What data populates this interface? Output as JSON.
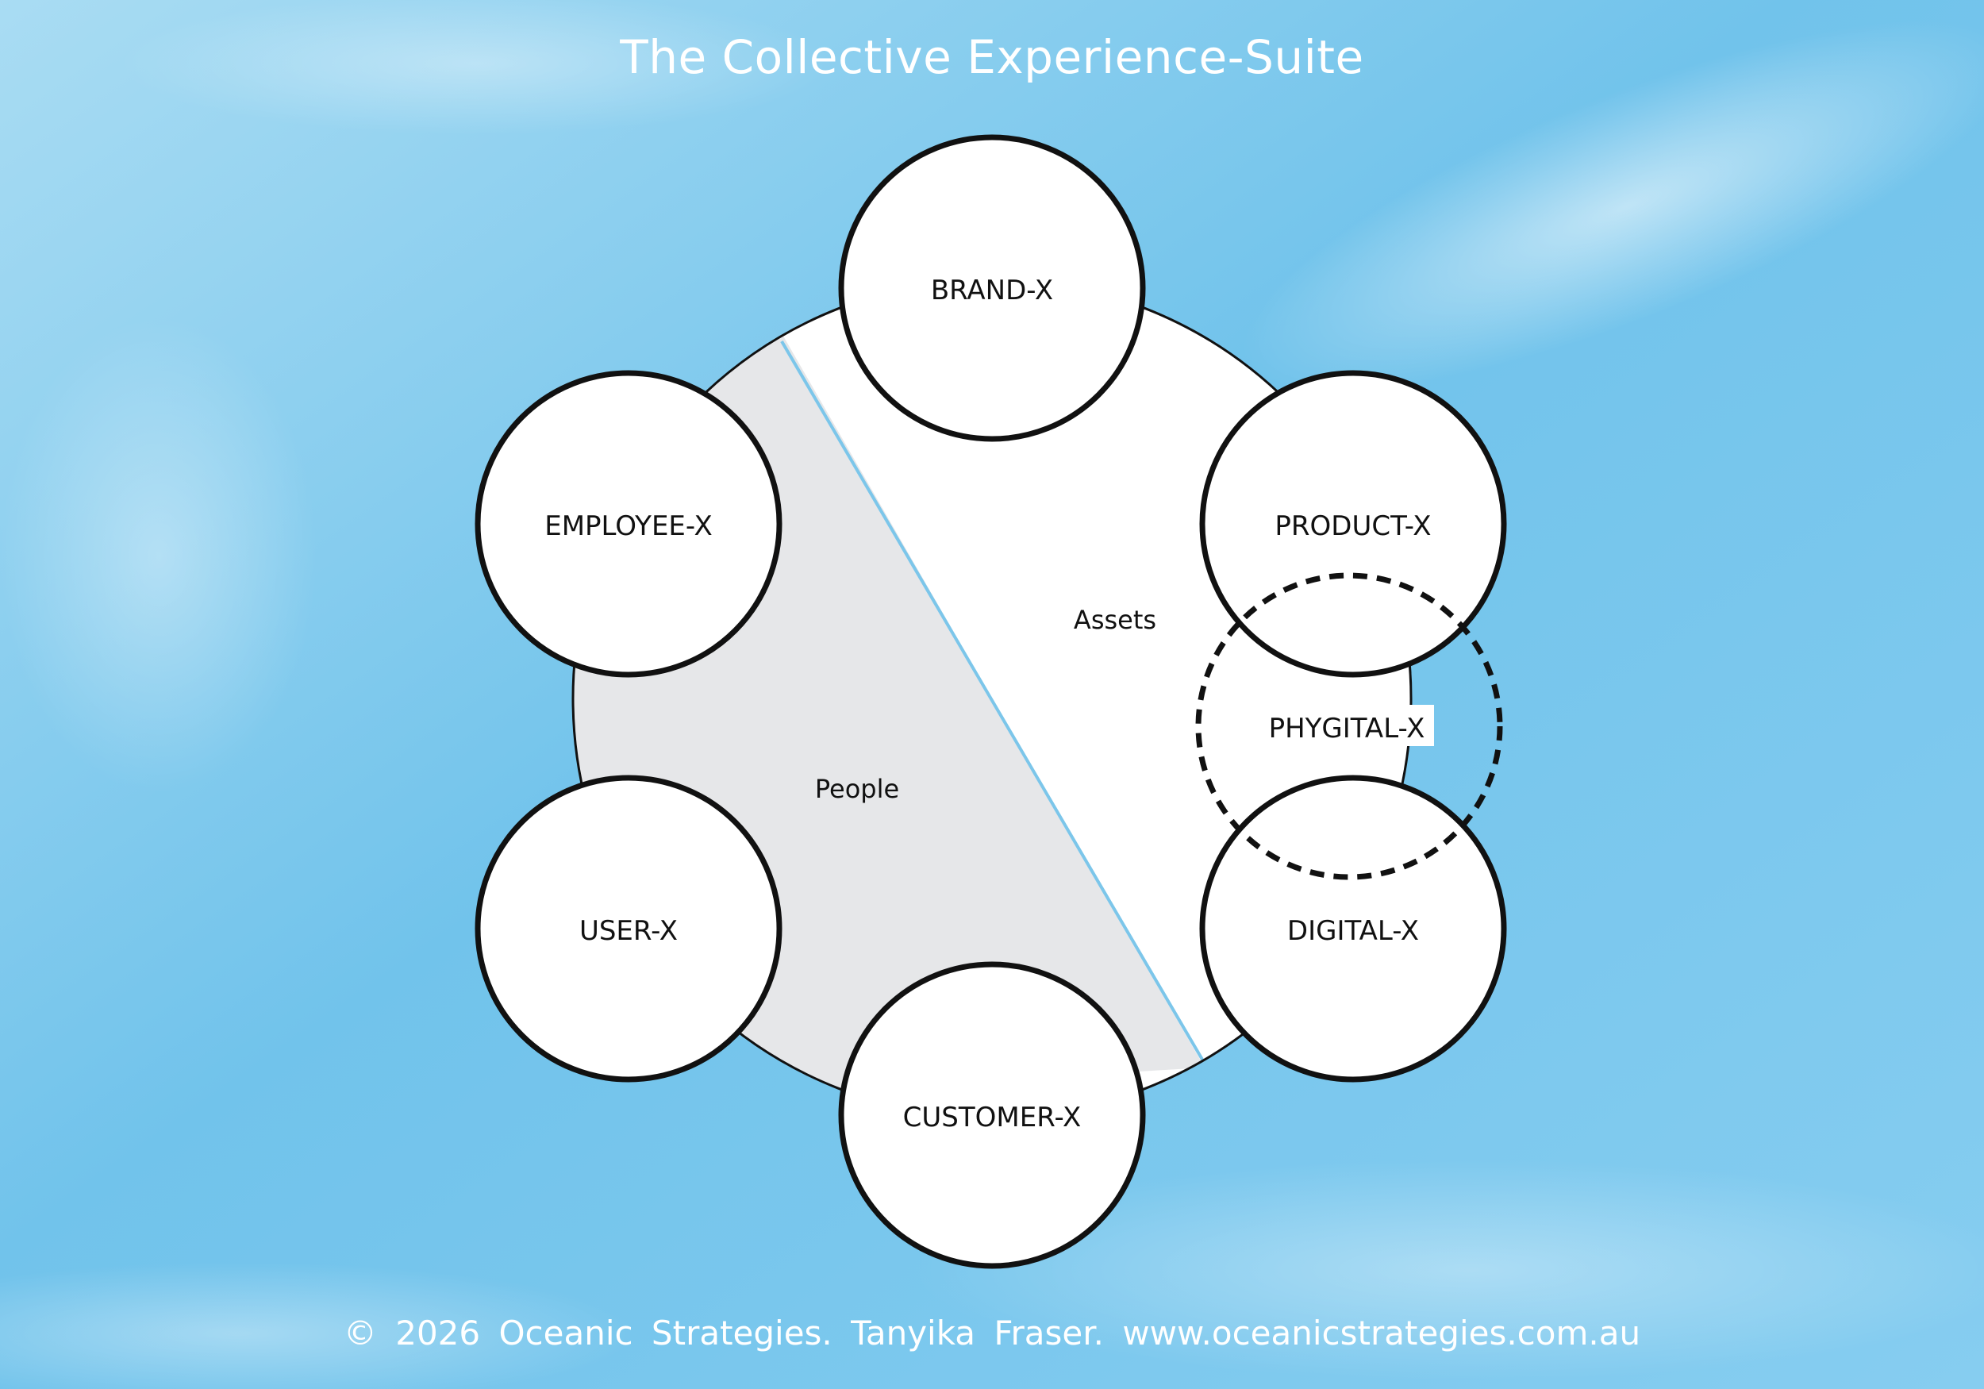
{
  "title": "The Collective Experience-Suite",
  "footer": "© 2026 Oceanic Strategies. Tanyika Fraser. www.oceanicstrategies.com.au",
  "regions": {
    "people": "People",
    "assets": "Assets"
  },
  "nodes": {
    "brand": "BRAND-X",
    "product": "PRODUCT-X",
    "phygital": "PHYGITAL-X",
    "digital": "DIGITAL-X",
    "customer": "CUSTOMER-X",
    "user": "USER-X",
    "employee": "EMPLOYEE-X"
  },
  "colors": {
    "sky": "#7cc7ec",
    "people_region": "#e6e7e9",
    "assets_region": "#ffffff",
    "divider": "#7cc6ea",
    "node_stroke": "#111111"
  }
}
